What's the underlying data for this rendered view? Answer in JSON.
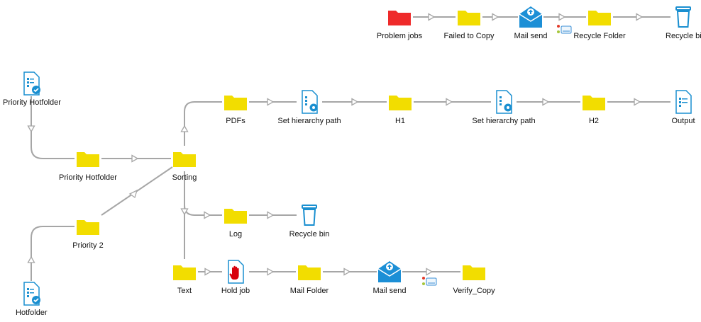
{
  "colors": {
    "connector": "#a6a6a6",
    "folder": "#f2dd00",
    "problem_folder": "#ee2a2a",
    "blue": "#1a8fd0",
    "mail": "#1c8fd6",
    "hold": "#d8000c"
  },
  "nodes": {
    "problem_jobs": {
      "label": "Problem jobs",
      "icon": "folder-red-icon"
    },
    "failed_to_copy": {
      "label": "Failed to Copy",
      "icon": "folder-icon"
    },
    "mail_send_top": {
      "label": "Mail send",
      "icon": "mail-send-icon"
    },
    "recycle_folder": {
      "label": "Recycle Folder",
      "icon": "folder-icon"
    },
    "recycle_bin_top": {
      "label": "Recycle bin",
      "icon": "recycle-bin-icon"
    },
    "priority_hotfolder_src": {
      "label": "Priority Hotfolder",
      "icon": "hotfolder-icon"
    },
    "priority_hotfolder": {
      "label": "Priority Hotfolder",
      "icon": "folder-icon"
    },
    "sorting": {
      "label": "Sorting",
      "icon": "folder-icon"
    },
    "pdfs": {
      "label": "PDFs",
      "icon": "folder-icon"
    },
    "set_hierarchy_1": {
      "label": "Set hierarchy path",
      "icon": "hierarchy-icon"
    },
    "h1": {
      "label": "H1",
      "icon": "folder-icon"
    },
    "set_hierarchy_2": {
      "label": "Set hierarchy path",
      "icon": "hierarchy-icon"
    },
    "h2": {
      "label": "H2",
      "icon": "folder-icon"
    },
    "output": {
      "label": "Output",
      "icon": "output-icon"
    },
    "priority_2": {
      "label": "Priority 2",
      "icon": "folder-icon"
    },
    "log": {
      "label": "Log",
      "icon": "folder-icon"
    },
    "recycle_bin": {
      "label": "Recycle bin",
      "icon": "recycle-bin-icon"
    },
    "hotfolder": {
      "label": "Hotfolder",
      "icon": "hotfolder-icon"
    },
    "text": {
      "label": "Text",
      "icon": "folder-icon"
    },
    "hold_job": {
      "label": "Hold job",
      "icon": "hold-job-icon"
    },
    "mail_folder": {
      "label": "Mail Folder",
      "icon": "folder-icon"
    },
    "mail_send": {
      "label": "Mail send",
      "icon": "mail-send-icon"
    },
    "verify_copy": {
      "label": "Verify_Copy",
      "icon": "folder-icon"
    }
  },
  "edges": [
    [
      "problem_jobs",
      "failed_to_copy"
    ],
    [
      "failed_to_copy",
      "mail_send_top"
    ],
    [
      "mail_send_top",
      "recycle_folder"
    ],
    [
      "recycle_folder",
      "recycle_bin_top"
    ],
    [
      "priority_hotfolder_src",
      "priority_hotfolder"
    ],
    [
      "priority_hotfolder",
      "sorting"
    ],
    [
      "hotfolder",
      "priority_2"
    ],
    [
      "priority_2",
      "sorting"
    ],
    [
      "sorting",
      "pdfs"
    ],
    [
      "pdfs",
      "set_hierarchy_1"
    ],
    [
      "set_hierarchy_1",
      "h1"
    ],
    [
      "h1",
      "set_hierarchy_2"
    ],
    [
      "set_hierarchy_2",
      "h2"
    ],
    [
      "h2",
      "output"
    ],
    [
      "sorting",
      "log"
    ],
    [
      "log",
      "recycle_bin"
    ],
    [
      "sorting",
      "text"
    ],
    [
      "text",
      "hold_job"
    ],
    [
      "hold_job",
      "mail_folder"
    ],
    [
      "mail_folder",
      "mail_send"
    ],
    [
      "mail_send",
      "verify_copy"
    ]
  ]
}
